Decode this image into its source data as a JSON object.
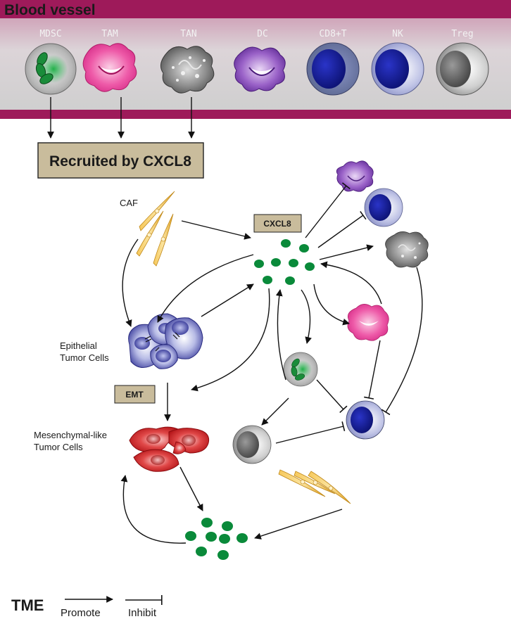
{
  "header": {
    "title": "Blood vessel",
    "cells": [
      {
        "label": "MDSC"
      },
      {
        "label": "TAM"
      },
      {
        "label": "TAN"
      },
      {
        "label": "DC"
      },
      {
        "label": "CD8+T"
      },
      {
        "label": "NK"
      },
      {
        "label": "Treg"
      }
    ]
  },
  "recruit_box": {
    "label": "Recruited by CXCL8"
  },
  "diagram": {
    "caf_label": "CAF",
    "cxcl8_label": "CXCL8",
    "emt_label": "EMT",
    "epithelial_label_line1": "Epithelial",
    "epithelial_label_line2": "Tumor Cells",
    "mesenchymal_label_line1": "Mesenchymal-like",
    "mesenchymal_label_line2": "Tumor Cells"
  },
  "legend": {
    "title": "TME",
    "promote": "Promote",
    "inhibit": "Inhibit"
  },
  "colors": {
    "band": "#9e1a5a",
    "chemokine": "#0a8a3a",
    "label_box": "#c9bc9c",
    "tam": "#e8409a",
    "dc": "#7a3ab0",
    "lymph": "#141a8c",
    "caf": "#f0b22a",
    "tumor_blue": "#3a3c9c",
    "tumor_red": "#c8181e"
  }
}
